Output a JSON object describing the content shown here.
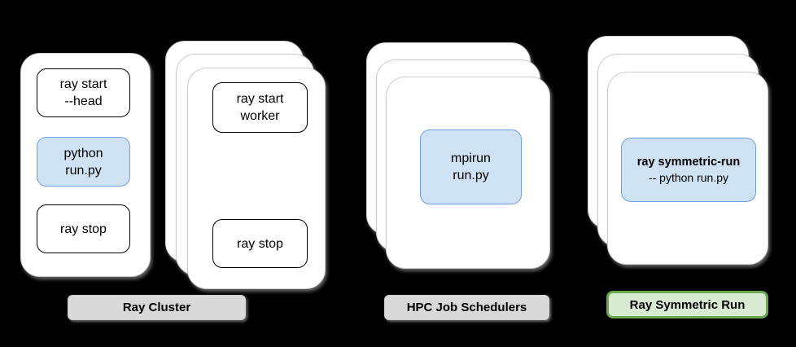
{
  "colors": {
    "background": "#000000",
    "card_fill": "#ffffff",
    "card_border": "#cccccc",
    "step_border": "#000000",
    "blue_fill": "#cfe2f3",
    "blue_border": "#6d9eeb",
    "gray_label_fill": "#d9d9d9",
    "green_label_fill": "#d9ead3",
    "green_label_border": "#6aa84f",
    "text": "#000000"
  },
  "head_card": {
    "ray_start_head": "ray start\n--head",
    "python_run": "python\nrun.py",
    "ray_stop": "ray stop"
  },
  "worker_card": {
    "ray_start_worker": "ray start\nworker",
    "ray_stop": "ray stop"
  },
  "hpc_card": {
    "mpirun_run": "mpirun\nrun.py"
  },
  "symmetric_card": {
    "command": "ray symmetric-run",
    "subcommand": "-- python run.py"
  },
  "labels": {
    "ray_cluster": "Ray Cluster",
    "hpc_job_schedulers": "HPC Job Schedulers",
    "ray_symmetric_run": "Ray Symmetric Run"
  }
}
